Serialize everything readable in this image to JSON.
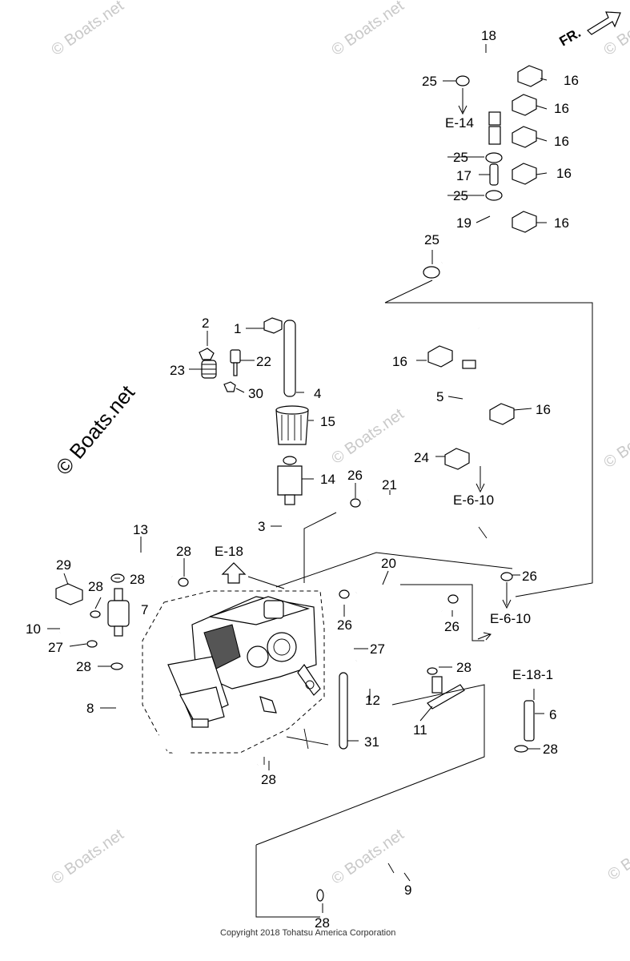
{
  "watermarks": {
    "small": "© Boats.net",
    "large": "© Boats.net"
  },
  "fr_label": "FR.",
  "copyright": "Copyright 2018 Tohatsu America Corporation",
  "parts": {
    "p1": "1",
    "p2": "2",
    "p3": "3",
    "p4": "4",
    "p5": "5",
    "p6": "6",
    "p7": "7",
    "p8": "8",
    "p9": "9",
    "p10": "10",
    "p11": "11",
    "p12": "12",
    "p13": "13",
    "p14": "14",
    "p15": "15",
    "p16": "16",
    "p17": "17",
    "p18": "18",
    "p19": "19",
    "p20": "20",
    "p21": "21",
    "p22": "22",
    "p23": "23",
    "p24": "24",
    "p25": "25",
    "p26": "26",
    "p27": "27",
    "p28": "28",
    "p29": "29",
    "p30": "30",
    "p31": "31"
  },
  "refs": {
    "e14": "E-14",
    "e18": "E-18",
    "e610": "E-6-10",
    "e181": "E-18-1"
  }
}
